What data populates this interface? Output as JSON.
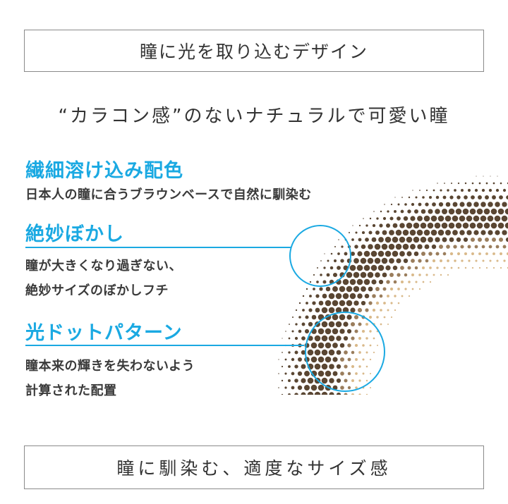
{
  "header": {
    "title": "瞳に光を取り込むデザイン"
  },
  "subtitle": "“カラコン感”のないナチュラルで可愛い瞳",
  "features": [
    {
      "heading": "繊細溶け込み配色",
      "lines": [
        "日本人の瞳に合うブラウンベースで自然に馴染む"
      ]
    },
    {
      "heading": "絶妙ぼかし",
      "lines": [
        "瞳が大きくなり過ぎない、",
        "絶妙サイズのぼかしフチ"
      ]
    },
    {
      "heading": "光ドットパターン",
      "lines": [
        "瞳本来の輝きを失わないよう",
        "計算された配置"
      ]
    }
  ],
  "footer": {
    "title": "瞳に馴染む、適度なサイズ感"
  },
  "colors": {
    "accent": "#1aa9e2",
    "text": "#333333",
    "dot_brown": "#5a4632",
    "dot_beige": "#d9b98a",
    "border": "#8a8a8a"
  },
  "illustration": {
    "name": "lens-edge-dot-pattern",
    "magnifier_count": 2
  }
}
